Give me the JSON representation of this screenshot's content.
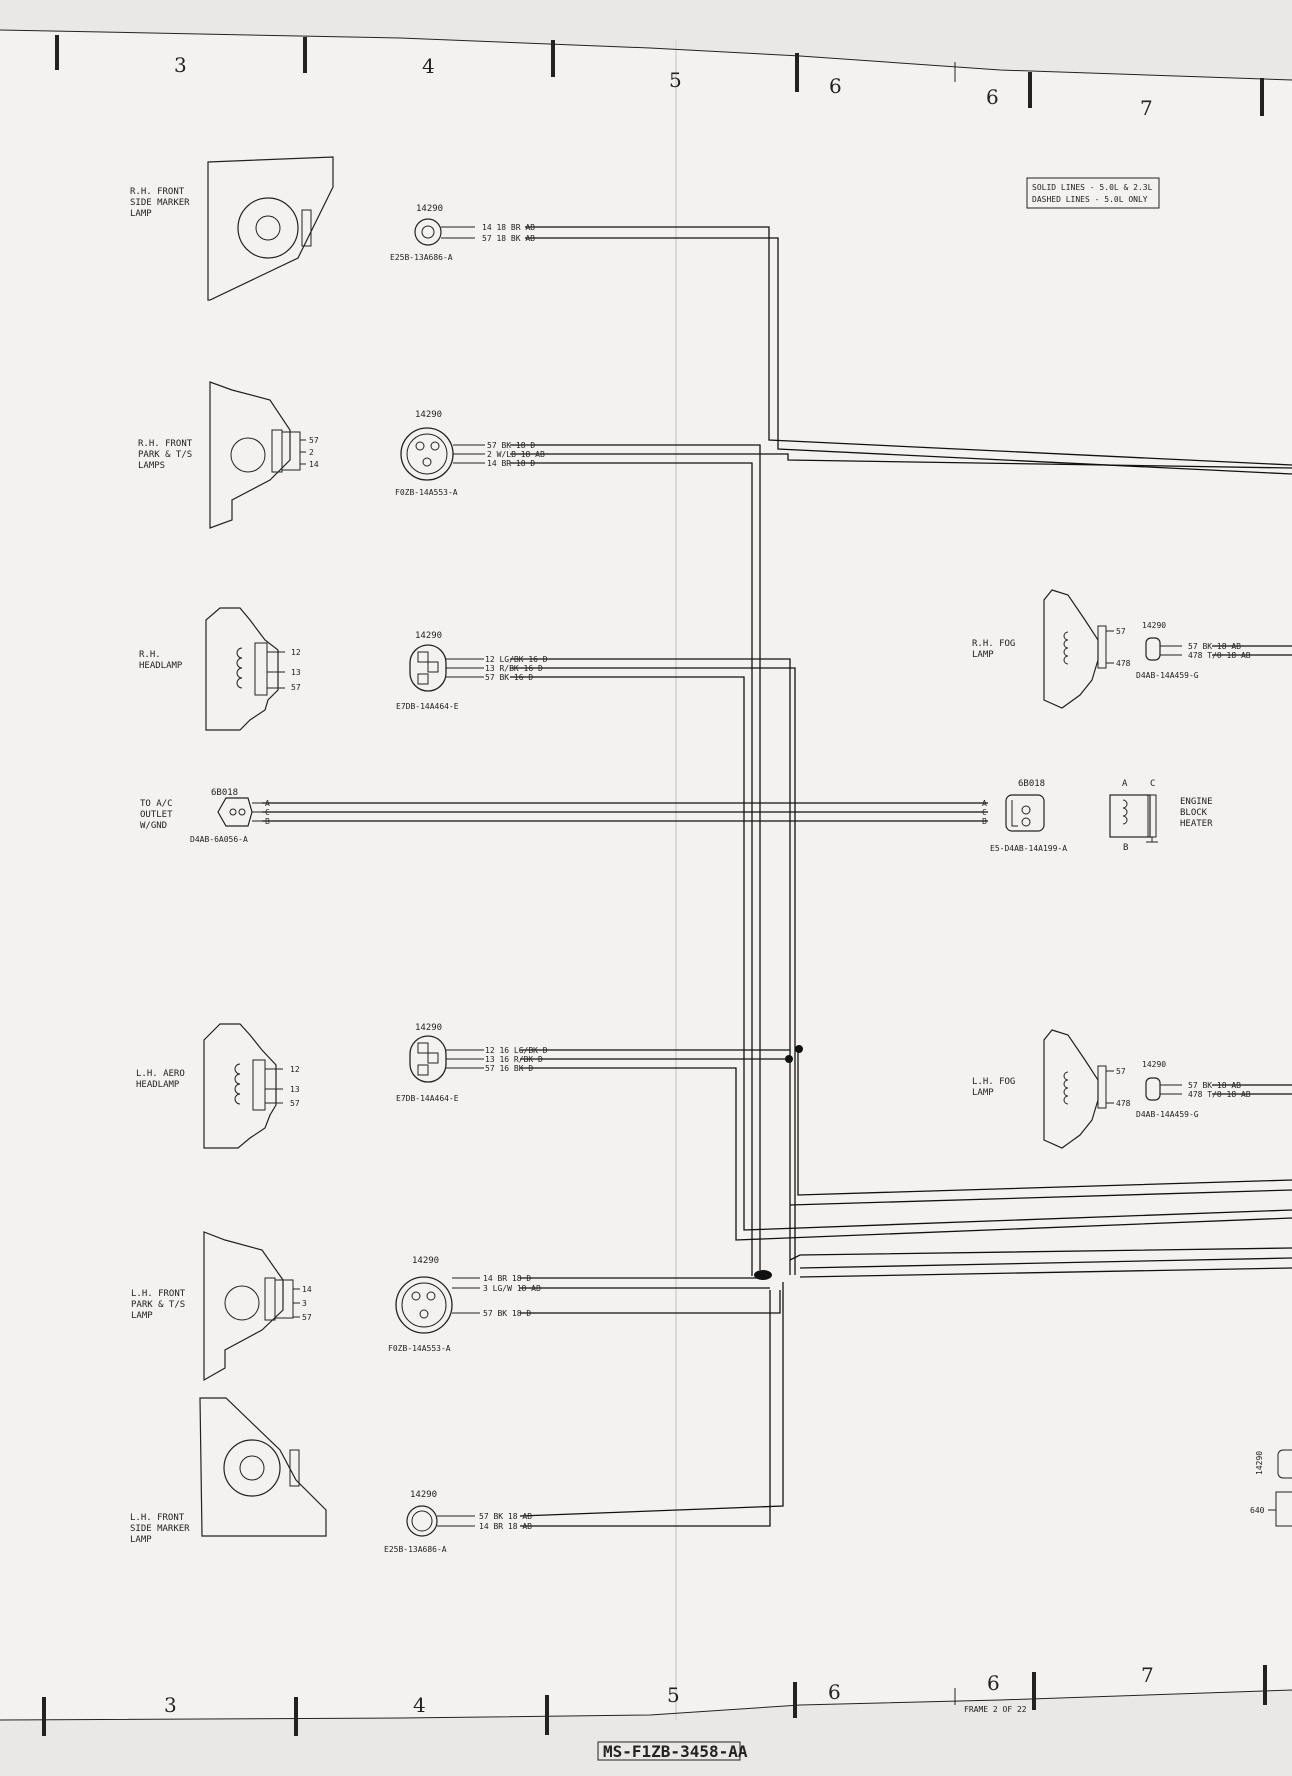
{
  "border": {
    "top_numbers": [
      "3",
      "4",
      "5",
      "6",
      "6",
      "7"
    ],
    "bottom_numbers": [
      "3",
      "4",
      "5",
      "6",
      "6",
      "7"
    ]
  },
  "notice": {
    "line1": "SOLID LINES - 5.0L & 2.3L",
    "line2": "DASHED LINES - 5.0L ONLY"
  },
  "components": {
    "rh_side_marker": {
      "label": [
        "R.H. FRONT",
        "SIDE MARKER",
        "LAMP"
      ],
      "connector_id": "14290",
      "part_no": "E25B-13A686-A",
      "wires": [
        "14 18 BR AB",
        "57 18 BK AB"
      ]
    },
    "rh_park_ts": {
      "label": [
        "R.H. FRONT",
        "PARK & T/S",
        "LAMPS"
      ],
      "pins": [
        "57",
        "2",
        "14"
      ],
      "connector_id": "14290",
      "part_no": "F0ZB-14A553-A",
      "wires": [
        "57 BK 18 D",
        "2 W/LB 18 AB",
        "14 BR 18 D"
      ]
    },
    "rh_headlamp": {
      "label": [
        "R.H.",
        "HEADLAMP"
      ],
      "pins": [
        "12",
        "13",
        "57"
      ],
      "connector_id": "14290",
      "part_no": "E7DB-14A464-E",
      "wires": [
        "12 LG/BK 16 D",
        "13 R/BK 16 D",
        "57 BK 16 D"
      ]
    },
    "ac_outlet": {
      "label": [
        "TO A/C",
        "OUTLET",
        "W/GND"
      ],
      "connector_id": "6B018",
      "part_no": "D4AB-6A056-A",
      "pins": [
        "A",
        "C",
        "B"
      ]
    },
    "engine_block_heater": {
      "label": [
        "ENGINE",
        "BLOCK",
        "HEATER"
      ],
      "connector_id": "6B018",
      "part_no": "E5-D4AB-14A199-A",
      "pins": [
        "A",
        "C",
        "B"
      ],
      "terminals": [
        "A",
        "C",
        "B"
      ]
    },
    "rh_fog": {
      "label": [
        "R.H. FOG",
        "LAMP"
      ],
      "pins": [
        "57",
        "478"
      ],
      "connector_id": "14290",
      "part_no": "D4AB-14A459-G",
      "wires": [
        "57 BK 18 AB",
        "478 T/O 18 AB"
      ]
    },
    "lh_headlamp": {
      "label": [
        "L.H. AERO",
        "HEADLAMP"
      ],
      "pins": [
        "12",
        "13",
        "57"
      ],
      "connector_id": "14290",
      "part_no": "E7DB-14A464-E",
      "wires": [
        "12 16 LG/BK D",
        "13 16 R/BK D",
        "57 16 BK D"
      ]
    },
    "lh_fog": {
      "label": [
        "L.H. FOG",
        "LAMP"
      ],
      "pins": [
        "57",
        "478"
      ],
      "connector_id": "14290",
      "part_no": "D4AB-14A459-G",
      "wires": [
        "57 BK 18 AB",
        "478 T/O 18 AB"
      ]
    },
    "lh_park_ts": {
      "label": [
        "L.H. FRONT",
        "PARK & T/S",
        "LAMP"
      ],
      "pins": [
        "14",
        "3",
        "57"
      ],
      "connector_id": "14290",
      "part_no": "F0ZB-14A553-A",
      "wires": [
        "14 BR 18 D",
        "3 LG/W 18 AB",
        "57 BK 18 D"
      ]
    },
    "lh_side_marker": {
      "label": [
        "L.H. FRONT",
        "SIDE MARKER",
        "LAMP"
      ],
      "connector_id": "14290",
      "part_no": "E25B-13A686-A",
      "wires": [
        "57 BK 18 AB",
        "14 BR 18 AB"
      ]
    }
  },
  "right_edge": {
    "connector_id": "14290",
    "pin": "640"
  },
  "footer": {
    "drawing_no": "MS-F1ZB-3458-AA",
    "frame": "FRAME 2 OF 22"
  }
}
